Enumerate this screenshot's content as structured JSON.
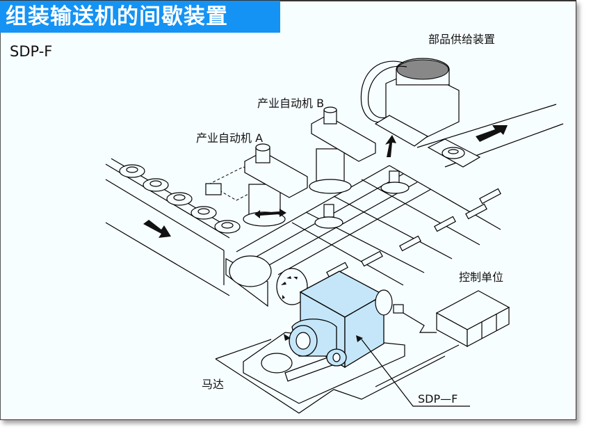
{
  "header": {
    "title": "组装输送机的间歇装置",
    "model": "SDP-F",
    "title_bg_color": "#1493f4"
  },
  "diagram": {
    "highlight_color": "#c4e6f8",
    "labels": {
      "parts_feeder": "部品供给装置",
      "robot_b": "产业自动机 B",
      "robot_a": "产业自动机 A",
      "control_unit": "控制单位",
      "motor": "马达",
      "indexer": "SDP—F"
    }
  }
}
